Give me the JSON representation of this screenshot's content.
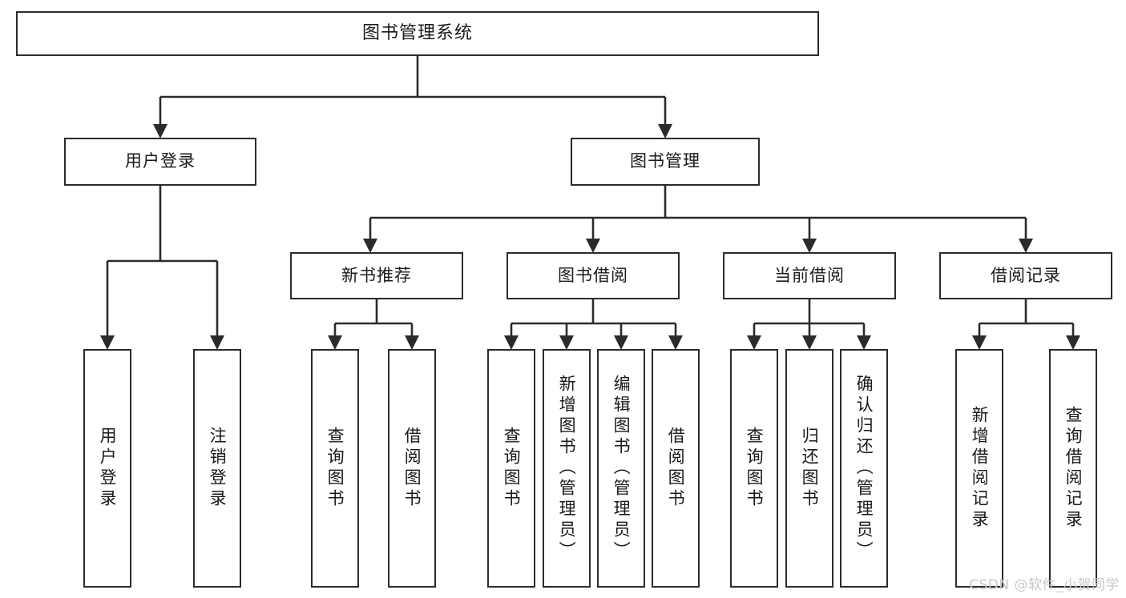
{
  "diagram": {
    "type": "tree-hierarchy",
    "root": {
      "label": "图书管理系统"
    },
    "level2": [
      {
        "label": "用户登录"
      },
      {
        "label": "图书管理"
      }
    ],
    "level3": [
      {
        "label": "新书推荐"
      },
      {
        "label": "图书借阅"
      },
      {
        "label": "当前借阅"
      },
      {
        "label": "借阅记录"
      }
    ],
    "leaves": [
      {
        "label": "用户登录"
      },
      {
        "label": "注销登录"
      },
      {
        "label": "查询图书"
      },
      {
        "label": "借阅图书"
      },
      {
        "label": "查询图书"
      },
      {
        "label": "新增图书（管理员）"
      },
      {
        "label": "编辑图书（管理员）"
      },
      {
        "label": "借阅图书"
      },
      {
        "label": "查询图书"
      },
      {
        "label": "归还图书"
      },
      {
        "label": "确认归还（管理员）"
      },
      {
        "label": "新增借阅记录"
      },
      {
        "label": "查询借阅记录"
      }
    ]
  },
  "watermark": {
    "text": "CSDN @软件_小贺同学"
  },
  "colors": {
    "stroke": "#2b2b2b",
    "background": "#ffffff",
    "text": "#1a1a1a",
    "watermark": "#c8c8c8"
  }
}
